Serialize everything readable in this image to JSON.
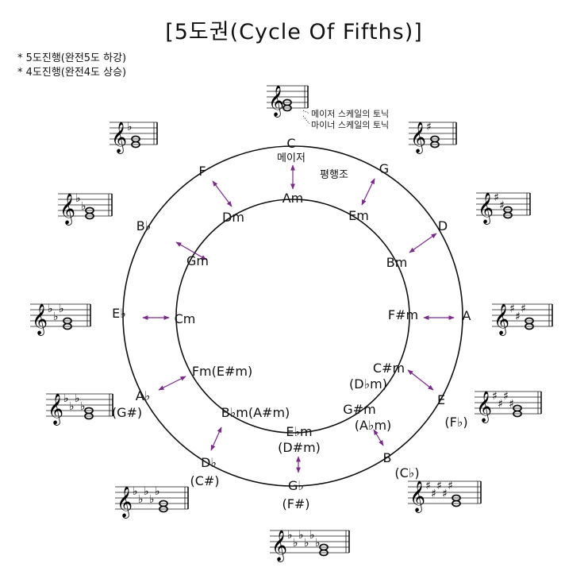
{
  "title": "[5도권(Cycle Of Fifths)]",
  "notes": [
    "* 5도진행(완전5도 하강)",
    "* 4도진행(완전4도 상승)"
  ],
  "legend": {
    "major_tonic": "메이저 스케일의 토닉",
    "minor_tonic": "마이너 스케일의 토닉",
    "major_word": "메이저",
    "relative_word": "평행조"
  },
  "colors": {
    "arrow": "#7a2a8a",
    "line": "#111111"
  },
  "outer_keys": [
    {
      "id": "c",
      "label": "C",
      "alt": ""
    },
    {
      "id": "g",
      "label": "G",
      "alt": ""
    },
    {
      "id": "d",
      "label": "D",
      "alt": ""
    },
    {
      "id": "a",
      "label": "A",
      "alt": ""
    },
    {
      "id": "e",
      "label": "E",
      "alt": "(F♭)"
    },
    {
      "id": "b",
      "label": "B",
      "alt": "(C♭)"
    },
    {
      "id": "gb",
      "label": "G♭",
      "alt": "(F#)"
    },
    {
      "id": "db",
      "label": "D♭",
      "alt": "(C#)"
    },
    {
      "id": "ab",
      "label": "A♭",
      "alt": "(G#)"
    },
    {
      "id": "eb",
      "label": "E♭",
      "alt": ""
    },
    {
      "id": "bb",
      "label": "B♭",
      "alt": ""
    },
    {
      "id": "f",
      "label": "F",
      "alt": ""
    }
  ],
  "inner_keys": [
    {
      "id": "am",
      "label": "Am",
      "alt": ""
    },
    {
      "id": "em",
      "label": "Em",
      "alt": ""
    },
    {
      "id": "bm",
      "label": "Bm",
      "alt": ""
    },
    {
      "id": "fsm",
      "label": "F#m",
      "alt": ""
    },
    {
      "id": "csm",
      "label": "C#m",
      "alt": "(D♭m)"
    },
    {
      "id": "gsm",
      "label": "G#m",
      "alt": "(A♭m)"
    },
    {
      "id": "ebm",
      "label": "E♭m",
      "alt": "(D#m)"
    },
    {
      "id": "bbm",
      "label": "B♭m(A#m)",
      "alt": ""
    },
    {
      "id": "fm",
      "label": "Fm(E#m)",
      "alt": ""
    },
    {
      "id": "cm",
      "label": "Cm",
      "alt": ""
    },
    {
      "id": "gm",
      "label": "Gm",
      "alt": ""
    },
    {
      "id": "dm",
      "label": "Dm",
      "alt": ""
    }
  ],
  "staves": [
    {
      "id": "c",
      "acc": "",
      "count": 0
    },
    {
      "id": "g",
      "acc": "♯",
      "count": 1
    },
    {
      "id": "d",
      "acc": "♯",
      "count": 2
    },
    {
      "id": "a",
      "acc": "♯",
      "count": 3
    },
    {
      "id": "e",
      "acc": "♯",
      "count": 4
    },
    {
      "id": "b",
      "acc": "♯",
      "count": 5
    },
    {
      "id": "gb",
      "acc": "♭",
      "count": 6
    },
    {
      "id": "db",
      "acc": "♭",
      "count": 5
    },
    {
      "id": "ab",
      "acc": "♭",
      "count": 4
    },
    {
      "id": "eb",
      "acc": "♭",
      "count": 3
    },
    {
      "id": "bb",
      "acc": "♭",
      "count": 2
    },
    {
      "id": "f",
      "acc": "♭",
      "count": 1
    }
  ],
  "glyphs": {
    "clef": "𝄞",
    "note": "𝅝"
  }
}
